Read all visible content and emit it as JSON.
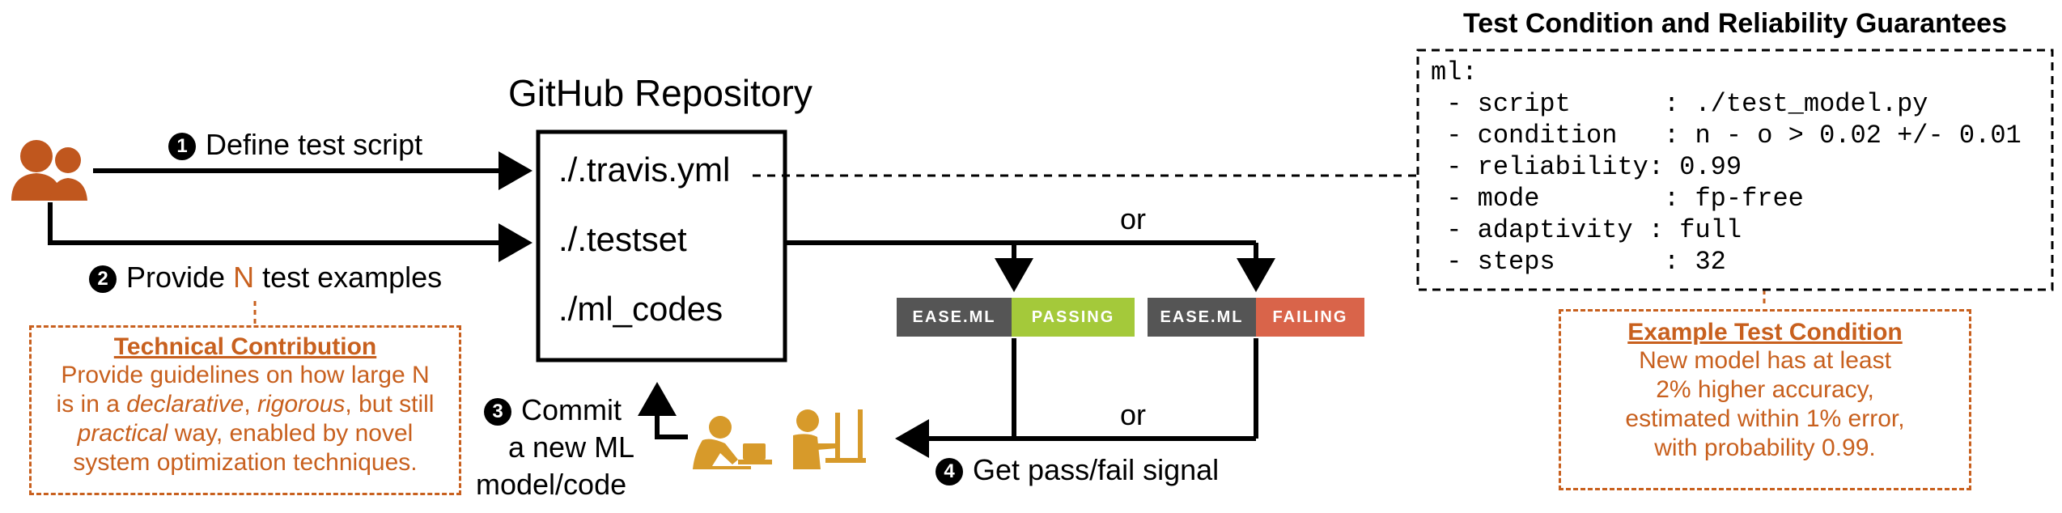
{
  "repo": {
    "title": "GitHub Repository",
    "files": [
      "./.travis.yml",
      "./.testset",
      "./ml_codes"
    ]
  },
  "steps": {
    "s1": {
      "num": "1",
      "label": "Define test script"
    },
    "s2": {
      "num": "2",
      "label_pre": "Provide ",
      "label_n": "N",
      "label_post": " test examples"
    },
    "s3": {
      "num": "3",
      "line1": "Commit",
      "line2": "a new ML",
      "line3": "model/code"
    },
    "s4": {
      "num": "4",
      "label": "Get pass/fail signal"
    }
  },
  "or_top": "or",
  "or_bottom": "or",
  "badges": {
    "passing": {
      "left": "EASE.ML",
      "right": "PASSING",
      "color": "#a4c93a"
    },
    "failing": {
      "left": "EASE.ML",
      "right": "FAILING",
      "color": "#d9644a"
    }
  },
  "tech": {
    "title": "Technical Contribution",
    "l1": "Provide guidelines on how large N",
    "l2_a": "is in a ",
    "l2_b": "declarative",
    "l2_c": ", ",
    "l2_d": "rigorous",
    "l2_e": ", but still",
    "l3_a": "practical",
    "l3_b": " way, enabled by novel",
    "l4": "system optimization techniques."
  },
  "guarantees": {
    "title": "Test Condition and Reliability Guarantees",
    "lines": [
      "ml:",
      " - script      : ./test_model.py",
      " - condition   : n - o > 0.02 +/- 0.01",
      " - reliability: 0.99",
      " - mode        : fp-free",
      " - adaptivity : full",
      " - steps       : 32"
    ]
  },
  "example": {
    "title": "Example Test Condition",
    "lines": [
      "New model has at least",
      "2% higher accuracy,",
      "estimated within 1% error,",
      "with probability 0.99."
    ]
  },
  "colors": {
    "accent": "#c8601e",
    "person": "#c0571e",
    "ml_person": "#d79a2a",
    "badge_dark": "#555555"
  }
}
